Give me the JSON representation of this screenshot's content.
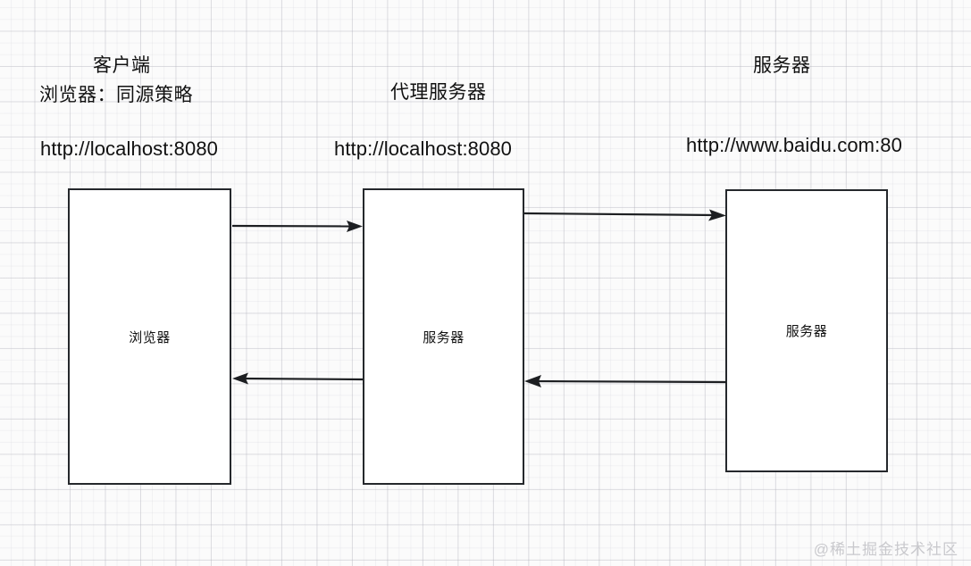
{
  "diagram": {
    "client": {
      "title": "客户端",
      "policy": "浏览器：同源策略",
      "url": "http://localhost:8080",
      "box_label": "浏览器"
    },
    "proxy": {
      "title": "代理服务器",
      "url": "http://localhost:8080",
      "box_label": "服务器"
    },
    "server": {
      "title": "服务器",
      "url": "http://www.baidu.com:80",
      "box_label": "服务器"
    },
    "arrows": [
      {
        "name": "client-to-proxy-request",
        "direction": "right"
      },
      {
        "name": "proxy-to-client-response",
        "direction": "left"
      },
      {
        "name": "proxy-to-server-request",
        "direction": "right"
      },
      {
        "name": "server-to-proxy-response",
        "direction": "left"
      }
    ],
    "colors": {
      "box_border": "#25282c",
      "arrow": "#1d1f22",
      "text": "#111111",
      "grid": "#aaaab4",
      "watermark": "#c9c9cd",
      "background": "#fbfbfb"
    }
  },
  "watermark": {
    "text": "@稀土掘金技术社区"
  }
}
